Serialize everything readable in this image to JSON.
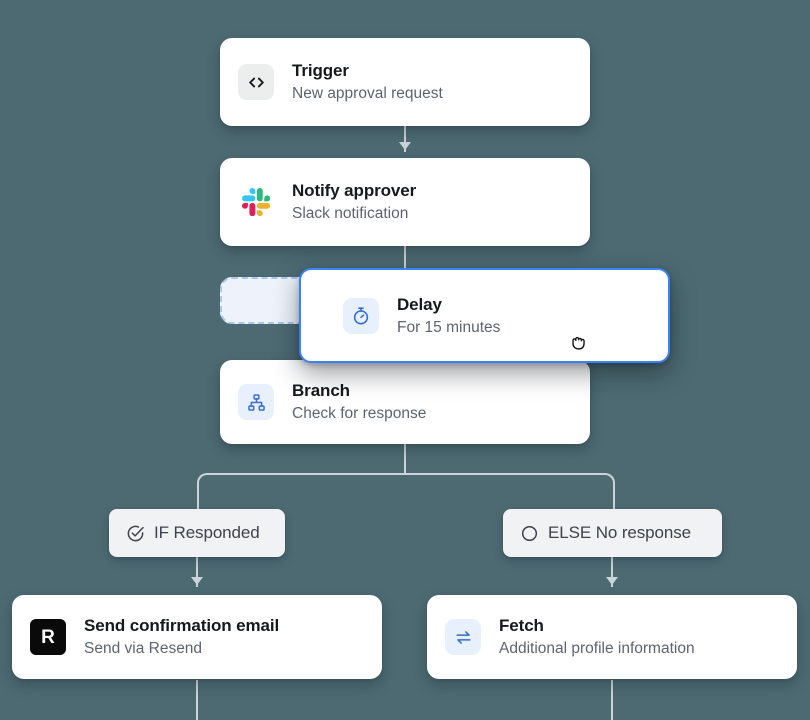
{
  "canvas": {
    "background_color": "#4d6a73",
    "connector_color": "#ccd4d8",
    "accent_color": "#3b82f6"
  },
  "cursor": {
    "name": "grabbing-hand-cursor"
  },
  "placeholder": {
    "name": "drop-placeholder"
  },
  "nodes": [
    {
      "id": "trigger",
      "title": "Trigger",
      "subtitle": "New approval request",
      "icon": "code-brackets-icon",
      "icon_glyph": "<>"
    },
    {
      "id": "notify-approver",
      "title": "Notify approver",
      "subtitle": "Slack notification",
      "icon": "slack-icon"
    },
    {
      "id": "delay",
      "title": "Delay",
      "subtitle": "For 15 minutes",
      "icon": "stopwatch-icon",
      "state": "dragging"
    },
    {
      "id": "branch",
      "title": "Branch",
      "subtitle": "Check for response",
      "icon": "sitemap-icon"
    },
    {
      "id": "send-confirmation-email",
      "title": "Send confirmation email",
      "subtitle": "Send via Resend",
      "icon": "resend-logo",
      "icon_glyph": "R"
    },
    {
      "id": "fetch",
      "title": "Fetch",
      "subtitle": "Additional profile information",
      "icon": "transfer-arrows-icon"
    }
  ],
  "branches": [
    {
      "id": "if-responded",
      "label": "IF Responded",
      "icon": "check-circle-icon"
    },
    {
      "id": "else-no-response",
      "label": "ELSE No response",
      "icon": "circle-icon"
    }
  ]
}
